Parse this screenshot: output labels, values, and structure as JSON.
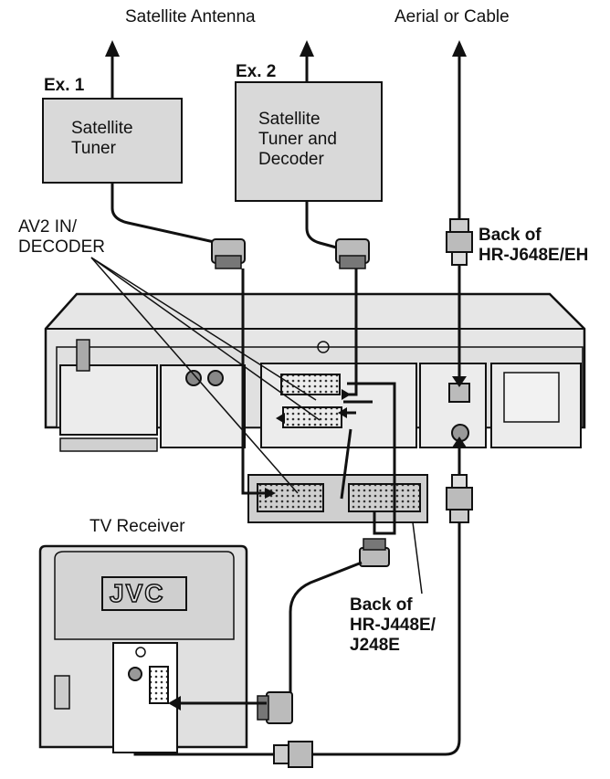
{
  "labels": {
    "satellite_antenna": "Satellite Antenna",
    "aerial_or_cable": "Aerial or Cable",
    "ex1": "Ex. 1",
    "ex2": "Ex. 2",
    "tuner1_line1": "Satellite",
    "tuner1_line2": "Tuner",
    "tuner2_line1": "Satellite",
    "tuner2_line2": "Tuner and",
    "tuner2_line3": "Decoder",
    "av2_line1": "AV2 IN/",
    "av2_line2": "DECODER",
    "back_hrj648_line1": "Back of",
    "back_hrj648_line2": "HR-J648E/EH",
    "tv_receiver": "TV Receiver",
    "back_hrj448_line1": "Back of",
    "back_hrj448_line2": "HR-J448E/",
    "back_hrj448_line3": "J248E",
    "jvc_logo": "JVC"
  },
  "colors": {
    "tuner_box_fill": "#d9d9d9",
    "vcr_fill": "#e6e6e6",
    "panel_fill": "#cfcfcf",
    "line": "#111111"
  }
}
